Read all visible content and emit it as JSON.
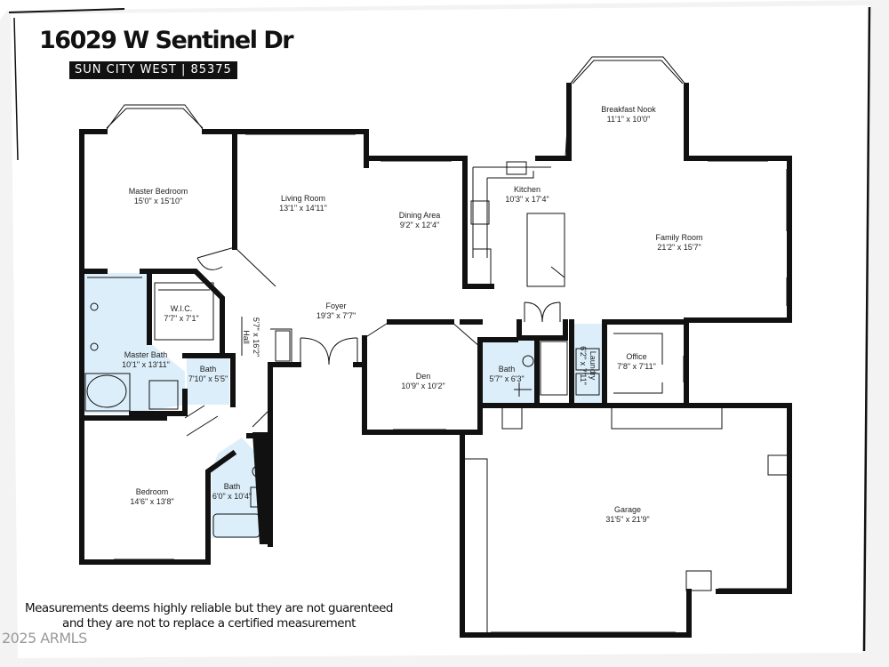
{
  "header": {
    "address": "16029 W Sentinel Dr",
    "city_zip": "SUN CITY WEST  | 85375"
  },
  "rooms": [
    {
      "id": "master-bedroom",
      "name": "Master Bedroom",
      "dims": "15'0\" x 15'10\""
    },
    {
      "id": "living-room",
      "name": "Living Room",
      "dims": "13'1\" x 14'11\""
    },
    {
      "id": "dining-area",
      "name": "Dining Area",
      "dims": "9'2\" x 12'4\""
    },
    {
      "id": "kitchen",
      "name": "Kitchen",
      "dims": "10'3\" x 17'4\""
    },
    {
      "id": "breakfast-nook",
      "name": "Breakfast Nook",
      "dims": "11'1\" x 10'0\""
    },
    {
      "id": "family-room",
      "name": "Family Room",
      "dims": "21'2\" x 15'7\""
    },
    {
      "id": "wic",
      "name": "W.I.C.",
      "dims": "7'7\" x 7'1\""
    },
    {
      "id": "foyer",
      "name": "Foyer",
      "dims": "19'3\" x 7'7\""
    },
    {
      "id": "hall",
      "name": "Hall",
      "dims": "5'7\" x 16'2\""
    },
    {
      "id": "master-bath",
      "name": "Master Bath",
      "dims": "10'1\" x 13'11\""
    },
    {
      "id": "bath-1",
      "name": "Bath",
      "dims": "7'10\" x 5'5\""
    },
    {
      "id": "den",
      "name": "Den",
      "dims": "10'9\" x 10'2\""
    },
    {
      "id": "bath-2",
      "name": "Bath",
      "dims": "5'7\" x 6'3\""
    },
    {
      "id": "laundry",
      "name": "Laundry",
      "dims": "6'2\" x 7'11\""
    },
    {
      "id": "office",
      "name": "Office",
      "dims": "7'8\" x 7'11\""
    },
    {
      "id": "bedroom",
      "name": "Bedroom",
      "dims": "14'6\" x 13'8\""
    },
    {
      "id": "bath-3",
      "name": "Bath",
      "dims": "6'0\" x 10'4\""
    },
    {
      "id": "garage",
      "name": "Garage",
      "dims": "31'5\" x 21'9\""
    }
  ],
  "footer": {
    "disclaimer_line1": "Measurements deems highly reliable but they are not guarenteed",
    "disclaimer_line2": "and they are not to replace a certified measurement",
    "copyright": "2025 ARMLS"
  },
  "colors": {
    "wall": "#111111",
    "bath_fill": "#dceefa",
    "background": "#ffffff"
  }
}
